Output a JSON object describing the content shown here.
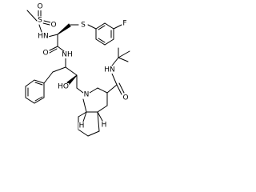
{
  "molecule": {
    "atoms": {
      "sulfonyl_o1": "O",
      "sulfonyl_s": "S",
      "sulfonyl_o2": "O",
      "sulfonamide_nh": "HN",
      "thioether_s": "S",
      "fluoro": "F",
      "amide1_o": "O",
      "amide1_nh": "NH",
      "amide2_nh": "HN",
      "hydroxyl": "HO",
      "ring_n": "N",
      "amide2_o": "O",
      "ring_h_left": "H",
      "ring_h_right": "H"
    }
  }
}
